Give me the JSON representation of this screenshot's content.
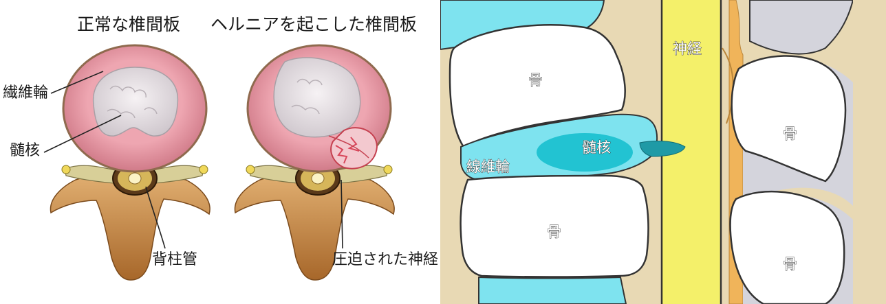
{
  "left": {
    "title_normal": "正常な椎間板",
    "title_hernia": "ヘルニアを起こした椎間板",
    "label_annulus": "繊維輪",
    "label_nucleus": "髄核",
    "label_canal": "背柱管",
    "label_nerve": "圧迫された神経"
  },
  "right": {
    "label_nerve": "神経",
    "label_bone_upper": "骨",
    "label_bone_lower": "骨",
    "label_bone_right_upper": "骨",
    "label_bone_right_lower": "骨",
    "label_annulus": "線維輪",
    "label_nucleus": "髄核"
  },
  "colors": {
    "annulus_pink": "#e89aa6",
    "nucleus_white": "#ece6ea",
    "bone_tan": "#c98a3c",
    "disc_cyan": "#7ee3ef",
    "nucleus_teal": "#22c3d2",
    "nerve_yellow": "#f4f06a",
    "background_beige": "#e8d9b4"
  }
}
